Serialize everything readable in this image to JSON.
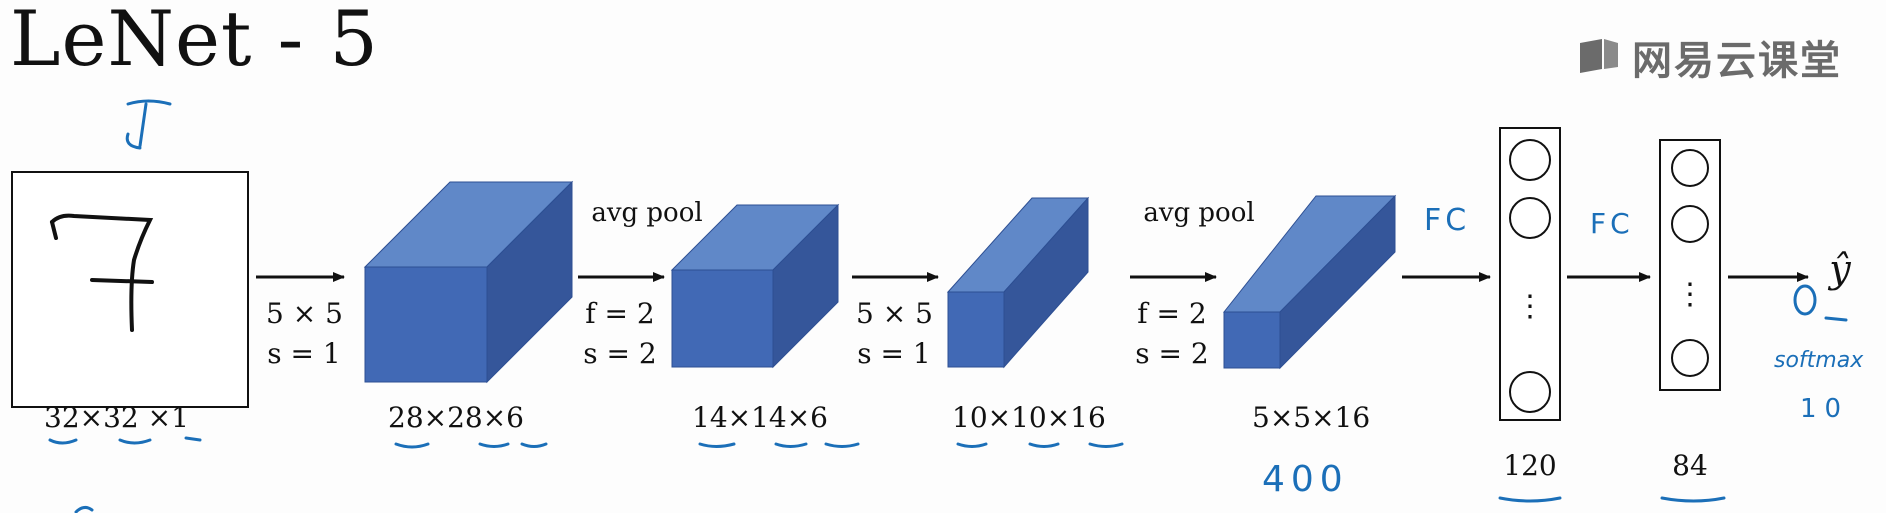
{
  "title": "LeNet - 5",
  "watermark": {
    "text": "网易云课堂",
    "icon": "book-icon",
    "color": "#6b6b6b"
  },
  "colors": {
    "box_front": "#4169b5",
    "box_top": "#6088c8",
    "box_side": "#35569a",
    "ink": "#111111",
    "handwriting": "#1b6fb8"
  },
  "input": {
    "digit": "7",
    "dims": "32×32 ×1"
  },
  "layers": {
    "conv1": {
      "dims": "28×28×6",
      "op_line1": "5 × 5",
      "op_line2": "s = 1"
    },
    "pool1": {
      "dims": "14×14×6",
      "op_title": "avg pool",
      "op_line1": "f = 2",
      "op_line2": "s = 2"
    },
    "conv2": {
      "dims": "10×10×16",
      "op_line1": "5 × 5",
      "op_line2": "s = 1"
    },
    "pool2": {
      "dims": "5×5×16",
      "op_title": "avg pool",
      "op_line1": "f = 2",
      "op_line2": "s = 2",
      "flat_note": "400"
    },
    "fc1": {
      "size": "120",
      "label": "FC",
      "dots": "⋮"
    },
    "fc2": {
      "size": "84",
      "label": "FC",
      "dots": "⋮"
    },
    "output": {
      "symbol": "ŷ",
      "note_line1": "softmax",
      "note_line2": "10"
    }
  }
}
